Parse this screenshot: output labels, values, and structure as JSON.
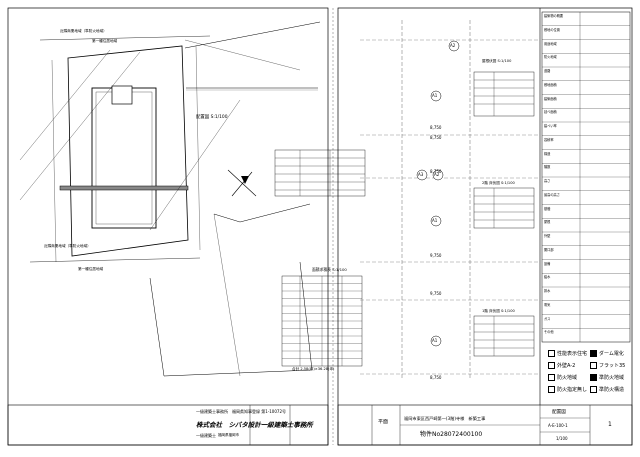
{
  "left_sheet": {
    "road_labels_top": [
      "近隣商業地域（準防火地域）",
      "第一種住居地域"
    ],
    "road_labels_bottom": [
      "近隣商業地域（準防火地域）",
      "第一種住居地域"
    ],
    "site_plan_title": "配置図",
    "site_plan_scale": "S:1/100",
    "area_table_title": "面積求積表 S:1/100",
    "area_total_label": "合計",
    "area_total_value": "2.58(坪)×36.28(坪)",
    "company": {
      "line1": "一級建築士事務所　福岡県知事登録 第1-10072号",
      "name": "株式会社　シバタ設計一級建築士事務所",
      "line3": "一級建築士",
      "addr": "福岡県福岡市"
    }
  },
  "right_sheet": {
    "axis_labels": {
      "a2_top": "A2",
      "a1_1": "A1",
      "a3": "A3",
      "a2_mid": "A2",
      "a1_2": "A1",
      "a1_3": "A1"
    },
    "dims": [
      "8,750",
      "8,750",
      "8,750",
      "9,750",
      "9,750",
      "8,750"
    ],
    "section_titles": [
      "屋根伏図 S:1/100",
      "2階 床伏図 S:1/100",
      "1階 床伏図 S:1/100"
    ],
    "legend": [
      {
        "label": "性能表示住宅",
        "filled": false
      },
      {
        "label": "ダーム電化",
        "filled": true
      },
      {
        "label": "外壁A-2",
        "filled": false
      },
      {
        "label": "フラット35",
        "filled": false
      },
      {
        "label": "防火地域",
        "filled": false
      },
      {
        "label": "準防火地域",
        "filled": true
      },
      {
        "label": "防火指定無し",
        "filled": false
      },
      {
        "label": "準防火構造",
        "filled": false
      }
    ],
    "title_block": {
      "left_cell": "平面",
      "project": "福岡市東区西戸崎第一(3階)寺様　新築工事",
      "project_no": "物件No28072400100",
      "drawing_name": "配置図",
      "drawing_no": "A-E-100-1",
      "scale": "1/100",
      "sheet": "1"
    },
    "tb_side_rows": [
      "建築物の概要",
      "敷地の位置",
      "用途地域",
      "防火地域",
      "道路",
      "敷地面積",
      "建築面積",
      "延べ面積",
      "建ぺい率",
      "容積率",
      "構造",
      "階数",
      "高さ",
      "最高の高さ",
      "基礎",
      "屋根",
      "外壁",
      "開口部",
      "設備",
      "給水",
      "排水",
      "電気",
      "ガス",
      "その他"
    ]
  },
  "colors": {
    "line": "#000000",
    "paper": "#ffffff",
    "grid": "#444444"
  }
}
